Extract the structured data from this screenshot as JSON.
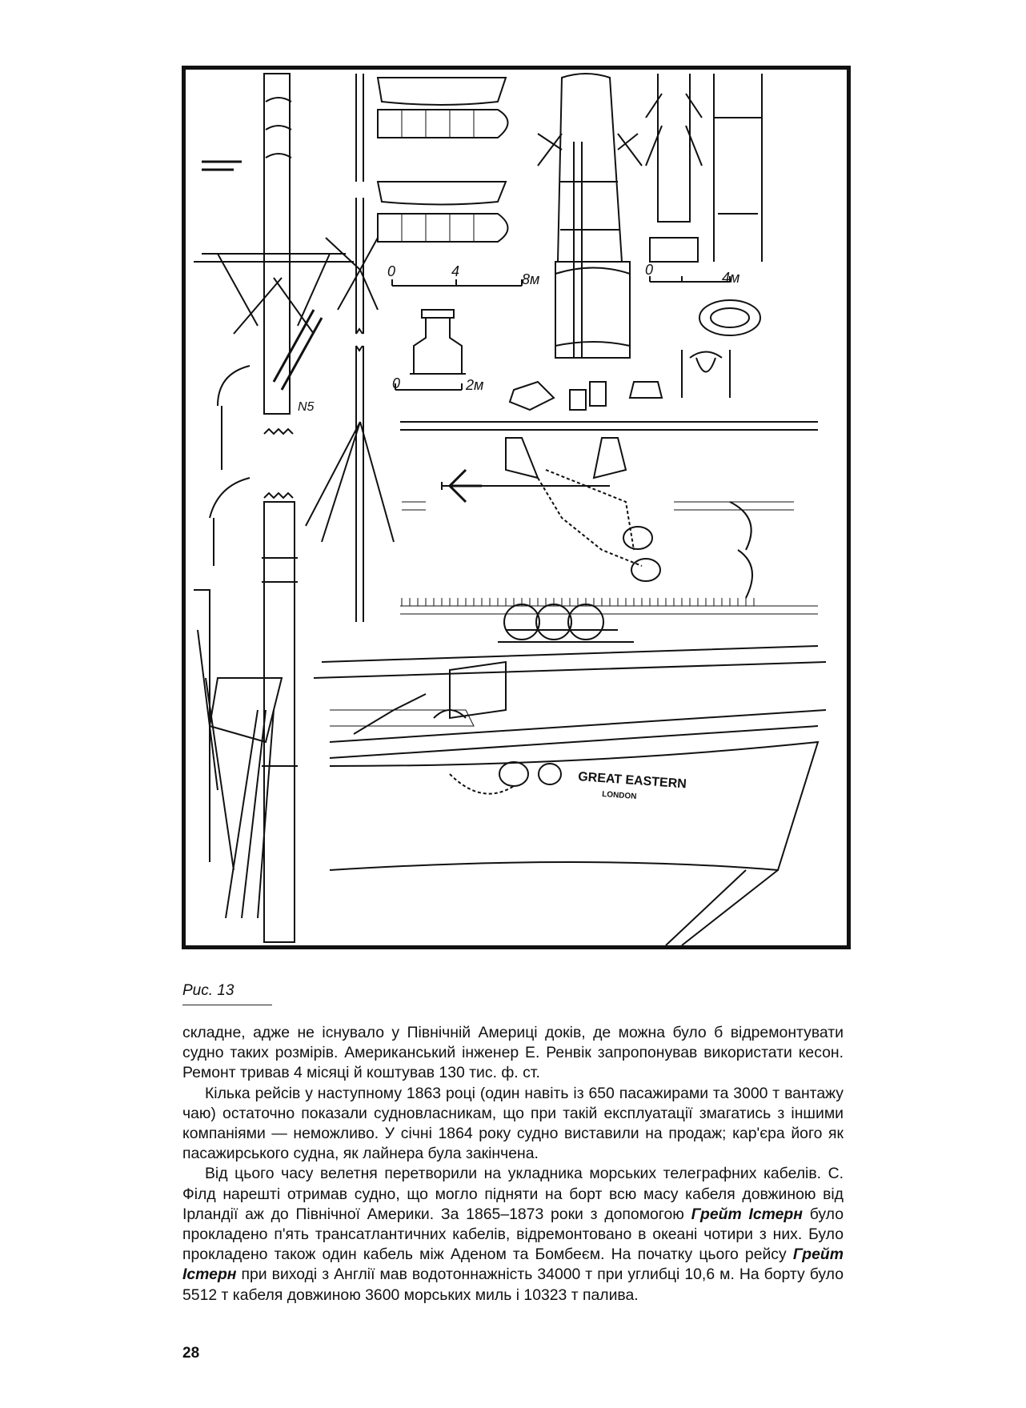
{
  "figure": {
    "labels": {
      "mast_number": "N5",
      "scale_boats": [
        "0",
        "4",
        "8м"
      ],
      "scale_funnel": [
        "0",
        "4м"
      ],
      "scale_bitts": [
        "0",
        "2м"
      ],
      "ship_name": "GREAT EASTERN",
      "port": "LONDON"
    },
    "caption": "Рис. 13"
  },
  "text": {
    "p1": "складне, адже не існувало у Північній Америці доків, де можна було б відремонтувати судно таких розмірів. Американський інженер Е. Ренвік запропонував використати кесон. Ремонт тривав 4 місяці й коштував 130 тис. ф. ст.",
    "p2": "Кілька рейсів у наступному 1863 році (один навіть із 650 пасажирами та 3000 т вантажу чаю) остаточно показали судновласникам, що при такій експлуатації змагатись з іншими компаніями — неможливо. У січні 1864 року судно виставили на продаж; кар'єра його як пасажирського судна, як лайнера була закінчена.",
    "p3_a": "Від цього часу велетня перетворили на укладника морських телеграфних кабелів. С. Філд нарешті отримав судно, що могло підняти на борт всю масу кабеля довжиною від Ірландії аж до Північної Америки. За 1865–1873 роки з допомогою ",
    "p3_ship1": "Грейт Істерн",
    "p3_b": " було прокладено п'ять трансатлантичних кабелів, відремонтовано в океані чотири з них. Було прокладено також один кабель між Аденом та Бомбеєм. На початку цього рейсу ",
    "p3_ship2": "Грейт Істерн",
    "p3_c": " при виході з Англії мав водотоннажність 34000 т при углибці 10,6 м. На борту було 5512 т кабеля довжиною 3600 морських миль і 10323 т палива."
  },
  "page_number": "28"
}
